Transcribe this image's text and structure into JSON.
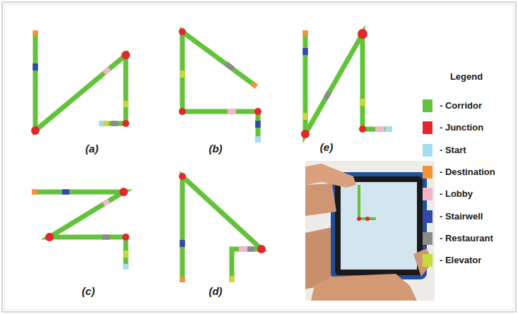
{
  "diagram": {
    "labels": [
      "(a)",
      "(b)",
      "(e)",
      "(c)",
      "(d)",
      "Legend"
    ],
    "legend": [
      {
        "text": "- Corridor",
        "color": "#62c33a"
      },
      {
        "text": "- Junction",
        "color": "#e5262b"
      },
      {
        "text": "- Start",
        "color": "#a6dcef"
      },
      {
        "text": "- Destination",
        "color": "#f39339"
      },
      {
        "text": "- Lobby",
        "color": "#f3b6cb"
      },
      {
        "text": "- Stairwell",
        "color": "#3548a8"
      },
      {
        "text": "- Restaurant",
        "color": "#8b8b8b"
      },
      {
        "text": "- Elevator",
        "color": "#c6da3a"
      }
    ]
  }
}
